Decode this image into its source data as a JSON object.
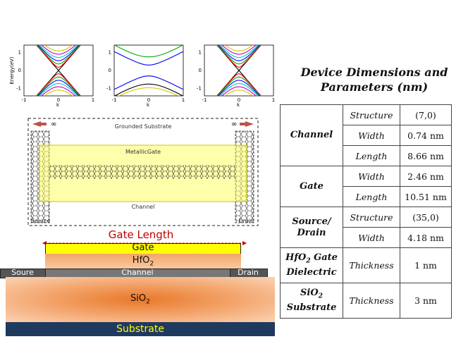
{
  "band_plots": [
    {
      "ylabel": "Energy(eV)",
      "xlabel": "k",
      "yticks": [
        "1",
        "0",
        "-1"
      ],
      "xticks": [
        "-1",
        "0",
        "1"
      ]
    },
    {
      "ylabel": "",
      "xlabel": "k",
      "yticks": [
        "1",
        "0",
        "-1"
      ],
      "xticks": [
        "-1",
        "0",
        "1"
      ]
    },
    {
      "ylabel": "",
      "xlabel": "k",
      "yticks": [
        "1",
        "0",
        "-1"
      ],
      "xticks": [
        "-1",
        "0",
        "1"
      ]
    }
  ],
  "device": {
    "grounded_substrate": "Grounded Substrate",
    "metallic_gate": "MetallicGate",
    "channel": "Channel",
    "source": "Source",
    "drain": "Drain",
    "infinity_left": "∞",
    "infinity_right": "∞"
  },
  "cross_section": {
    "gate_length": "Gate Length",
    "gate": "Gate",
    "hfo2_base": "HfO",
    "hfo2_sub": "2",
    "source": "Soure",
    "channel": "Channel",
    "drain": "Drain",
    "sio2_base": "SiO",
    "sio2_sub": "2",
    "substrate": "Substrate"
  },
  "table": {
    "title_line1": "Device Dimensions and",
    "title_line2": "Parameters (nm)",
    "channel": {
      "label": "Channel",
      "rows": [
        {
          "param": "Structure",
          "value": "(7,0)"
        },
        {
          "param": "Width",
          "value": "0.74 nm"
        },
        {
          "param": "Length",
          "value": "8.66 nm"
        }
      ]
    },
    "gate": {
      "label": "Gate",
      "rows": [
        {
          "param": "Width",
          "value": "2.46 nm"
        },
        {
          "param": "Length",
          "value": "10.51 nm"
        }
      ]
    },
    "source_drain": {
      "label_line1": "Source/",
      "label_line2": "Drain",
      "rows": [
        {
          "param": "Structure",
          "value": "(35,0)"
        },
        {
          "param": "Width",
          "value": "4.18 nm"
        }
      ]
    },
    "hfo2": {
      "label_base": "HfO",
      "label_sub": "2",
      "label_rest": " Gate",
      "label_line2": "Dielectric",
      "param": "Thickness",
      "value": "1 nm"
    },
    "sio2": {
      "label_base": "SiO",
      "label_sub": "2",
      "label_line2": "Substrate",
      "param": "Thickness",
      "value": "3 nm"
    }
  },
  "colors": {
    "gate": "#ffff00",
    "hfo2": "#f5b37d",
    "sio2_center": "#e8782a",
    "sio2_edge": "#fbd3b3",
    "substrate": "#1f3a5f",
    "source_drain": "#555555",
    "arrow": "#c0504d",
    "gate_length": "#c00000"
  }
}
